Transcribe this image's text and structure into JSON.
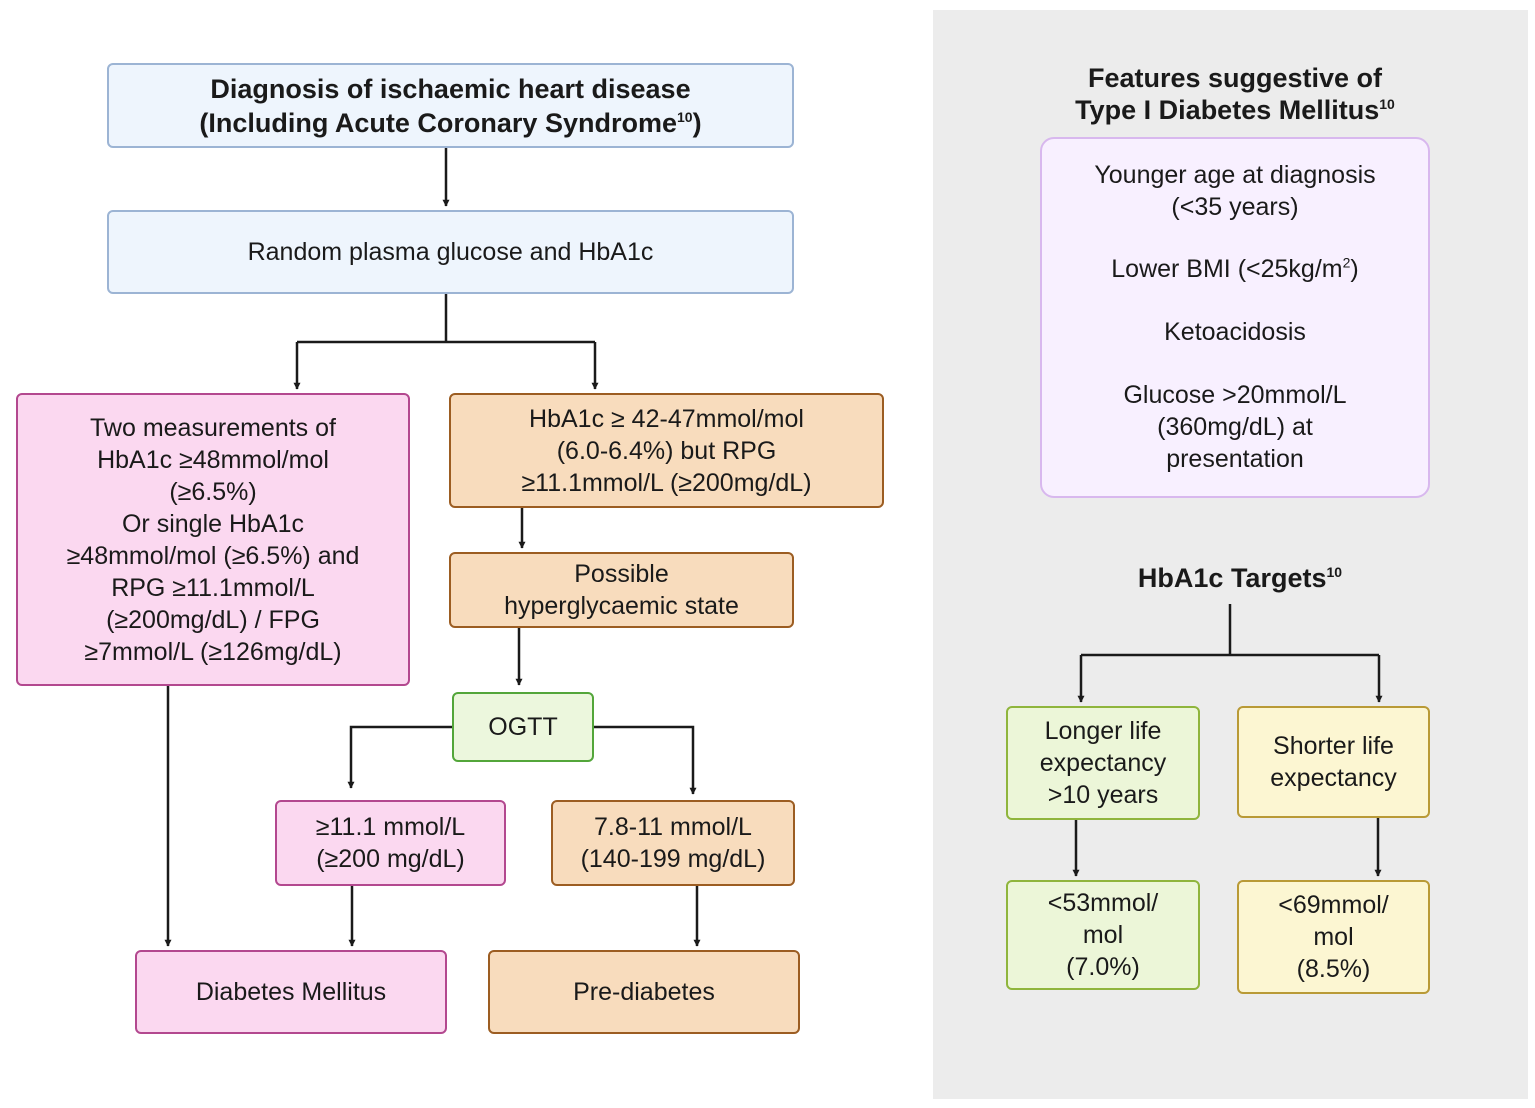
{
  "main": {
    "title": {
      "line1": "Diagnosis of ischaemic heart disease",
      "line2": "(Including Acute Coronary Syndrome",
      "ref": "10",
      "close": ")"
    },
    "rpg_hba1c": "Random plasma glucose and HbA1c",
    "two_measurements": [
      "Two measurements of",
      "HbA1c ≥48mmol/mol",
      "(≥6.5%)",
      "Or single HbA1c",
      "≥48mmol/mol (≥6.5%) and",
      "RPG ≥11.1mmol/L",
      "(≥200mg/dL) / FPG",
      "≥7mmol/L (≥126mg/dL)"
    ],
    "hba1c_borderline": [
      "HbA1c ≥ 42-47mmol/mol",
      "(6.0-6.4%) but RPG",
      "≥11.1mmol/L (≥200mg/dL)"
    ],
    "possible_state": [
      "Possible",
      "hyperglycaemic state"
    ],
    "ogtt": "OGTT",
    "ogtt_high": [
      "≥11.1 mmol/L",
      "(≥200 mg/dL)"
    ],
    "ogtt_mid": [
      "7.8-11 mmol/L",
      "(140-199 mg/dL)"
    ],
    "diabetes": "Diabetes Mellitus",
    "prediabetes": "Pre-diabetes"
  },
  "side": {
    "features_title": {
      "line1": "Features suggestive of",
      "line2": "Type I Diabetes Mellitus",
      "ref": "10"
    },
    "features": {
      "age": [
        "Younger age at diagnosis",
        "(<35 years)"
      ],
      "bmi": "Lower BMI (<25kg/m",
      "bmi_sup": "2",
      "bmi_close": ")",
      "keto": "Ketoacidosis",
      "glucose": [
        "Glucose >20mmol/L",
        "(360mg/dL) at",
        "presentation"
      ]
    },
    "targets_title": {
      "text": "HbA1c Targets",
      "ref": "10"
    },
    "longer": [
      "Longer life",
      "expectancy",
      ">10 years"
    ],
    "shorter": [
      "Shorter life",
      "expectancy"
    ],
    "target_longer": [
      "<53mmol/",
      "mol",
      "(7.0%)"
    ],
    "target_shorter": [
      "<69mmol/",
      "mol",
      "(8.5%)"
    ]
  },
  "colors": {
    "blue_fill": "#eef5fd",
    "pink_fill": "#fbd8f0",
    "tan_fill": "#f8dcbd",
    "green_fill": "#ecf7dd",
    "yellow_fill": "#fcf6d2",
    "lavender_fill": "#f8f0ff",
    "panel_bg": "#ececec"
  }
}
